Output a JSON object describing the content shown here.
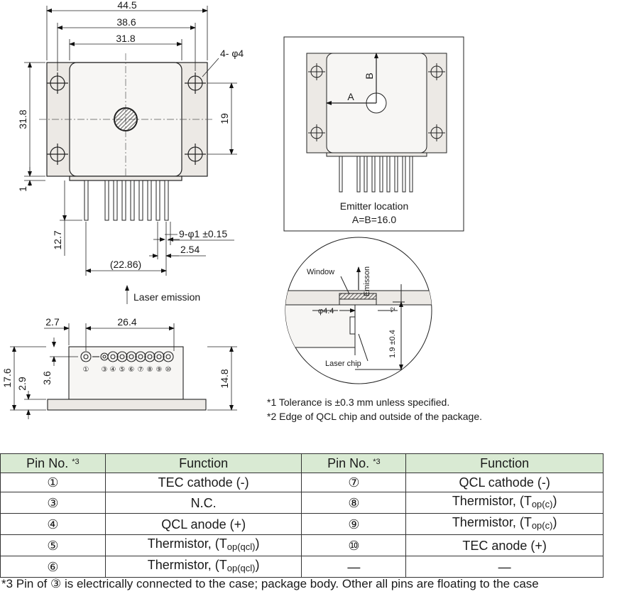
{
  "top_view": {
    "dim_width_outer": "44.5",
    "dim_width_mid": "38.6",
    "dim_width_inner": "31.8",
    "dim_holes": "4- φ4",
    "dim_height": "31.8",
    "dim_hole_spacing": "19",
    "dim_flange": "1",
    "dim_pin_length": "12.7",
    "dim_pin_dia": "9-φ1 ±0.15",
    "dim_pin_pitch": "2.54",
    "dim_pin_span": "(22.86)",
    "laser_emission": "Laser emission"
  },
  "emitter_view": {
    "label_a": "A",
    "label_b": "B",
    "caption_line1": "Emitter location",
    "caption_line2": "A=B=16.0"
  },
  "detail_view": {
    "window": "Window",
    "emission": "Emisson",
    "diameter": "φ4.4",
    "laser_chip": "Laser chip",
    "tolerance_dim": "1.9 ±0.4",
    "note_ref": "*2"
  },
  "side_view": {
    "dim_offset": "2.7",
    "dim_span": "26.4",
    "dim_total_height": "17.6",
    "dim_base": "2.9",
    "dim_pin_height": "3.6",
    "dim_body_height": "14.8",
    "pin_labels": [
      "①",
      "③",
      "④",
      "⑤",
      "⑥",
      "⑦",
      "⑧",
      "⑨",
      "⑩"
    ]
  },
  "notes": {
    "note1": "*1 Tolerance is ±0.3 mm unless specified.",
    "note2": "*2 Edge of QCL chip and outside of the package."
  },
  "table": {
    "header_pin": "Pin No.",
    "header_ref": "*3",
    "header_function": "Function",
    "rows": [
      {
        "pin_a": "①",
        "func_a": "TEC cathode (-)",
        "pin_b": "⑦",
        "func_b": "QCL cathode (-)"
      },
      {
        "pin_a": "③",
        "func_a": "N.C.",
        "pin_b": "⑧",
        "func_b": "Thermistor, (Top(c))"
      },
      {
        "pin_a": "④",
        "func_a": "QCL anode (+)",
        "pin_b": "⑨",
        "func_b": "Thermistor, (Top(c))"
      },
      {
        "pin_a": "⑤",
        "func_a": "Thermistor, (Top(qcl))",
        "pin_b": "⑩",
        "func_b": "TEC anode (+)"
      },
      {
        "pin_a": "⑥",
        "func_a": "Thermistor, (Top(qcl))",
        "pin_b": "—",
        "func_b": "—"
      }
    ]
  },
  "footnote": "*3 Pin of ③ is electrically connected to the case; package body. Other all pins are floating to the case"
}
